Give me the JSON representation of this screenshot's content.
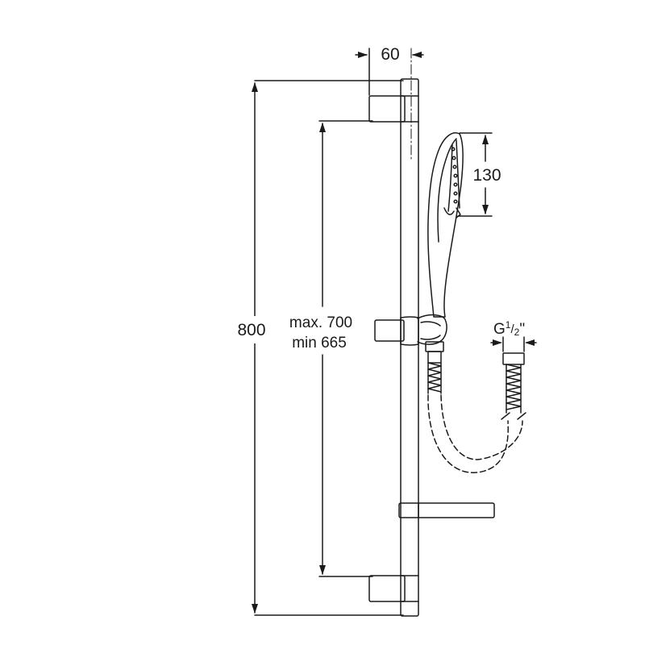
{
  "dimensions": {
    "total_height": "800",
    "wall_offset": "60",
    "handset_length": "130",
    "bracket_spacing_max": "max. 700",
    "bracket_spacing_min": "min 665",
    "hose_thread_main": "G",
    "hose_thread_num": "1",
    "hose_thread_den": "2",
    "hose_thread_unit": "\""
  },
  "colors": {
    "line": "#1a1a1a",
    "background": "#ffffff"
  }
}
